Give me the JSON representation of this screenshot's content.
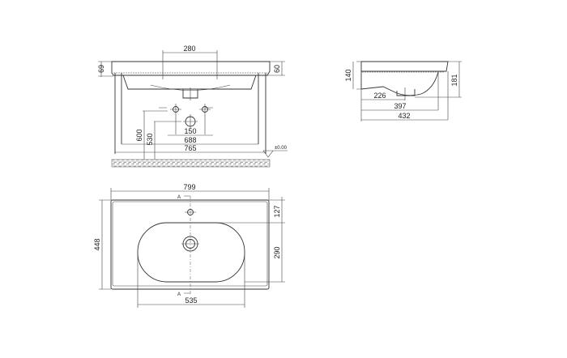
{
  "front_view": {
    "dims": {
      "tap_spacing": "280",
      "overhang_left": "69",
      "overhang_right": "60",
      "height_600": "600",
      "height_530": "530",
      "hole_150": "150",
      "width_688": "688",
      "width_765": "765"
    },
    "level_mark": "±0.00"
  },
  "side_view": {
    "dims": {
      "depth_140": "140",
      "depth_181": "181",
      "drain_226": "226",
      "bowl_397": "397",
      "overall_432": "432"
    }
  },
  "top_view": {
    "dims": {
      "width_799": "799",
      "depth_448": "448",
      "tap_127": "127",
      "bowl_290": "290",
      "bowl_535": "535"
    },
    "section_marks": [
      "A",
      "A"
    ]
  },
  "colors": {
    "line": "#333333",
    "hatch": "#555555"
  }
}
